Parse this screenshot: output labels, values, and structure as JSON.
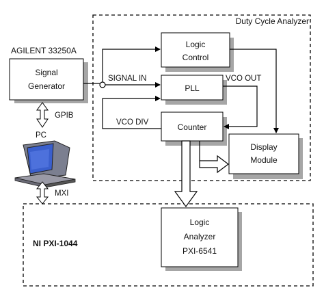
{
  "titles": {
    "duty_cycle_analyzer": "Duty Cycle Analyzer",
    "agilent": "AGILENT 33250A",
    "ni_pxi": "NI PXI-1044"
  },
  "blocks": {
    "signal_generator": [
      "Signal",
      "Generator"
    ],
    "logic_control": [
      "Logic",
      "Control"
    ],
    "pll": "PLL",
    "counter": "Counter",
    "display_module": [
      "Display",
      "Module"
    ],
    "logic_analyzer": [
      "Logic",
      "Analyzer",
      "PXI-6541"
    ]
  },
  "signals": {
    "signal_in": "SIGNAL IN",
    "vco_out": "VCO OUT",
    "vco_div": "VCO DIV",
    "gpib": "GPIB",
    "pc": "PC",
    "mxi": "MXI"
  },
  "colors": {
    "box_fill": "#ffffff",
    "shadow": "#a6a6a6",
    "line": "#000000",
    "monitor_blue": "#3a5fcd"
  }
}
